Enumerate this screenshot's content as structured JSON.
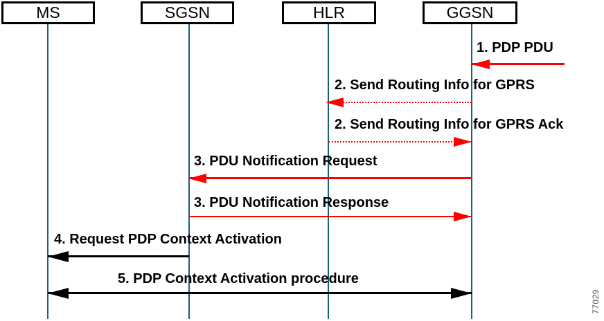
{
  "figure_number": "77029",
  "colors": {
    "message_red": "#ff0000",
    "line_black": "#000000",
    "lifeline_teal": "#17617c",
    "box_border_black": "#000000",
    "figure_number_gray": "#4d4d4d"
  },
  "entities": [
    {
      "label": "MS"
    },
    {
      "label": "SGSN"
    },
    {
      "label": "HLR"
    },
    {
      "label": "GGSN"
    }
  ],
  "messages": [
    {
      "label": "1. PDP PDU",
      "from": "network edge",
      "to": "GGSN",
      "line_style": "solid-red",
      "direction": "left"
    },
    {
      "label": "2. Send Routing Info for GPRS",
      "from": "GGSN",
      "to": "HLR",
      "line_style": "dotted-red",
      "direction": "left"
    },
    {
      "label": "2. Send Routing Info for GPRS Ack",
      "from": "HLR",
      "to": "GGSN",
      "line_style": "dotted-red",
      "direction": "right"
    },
    {
      "label": "3. PDU Notification Request",
      "from": "GGSN",
      "to": "SGSN",
      "line_style": "solid-red",
      "direction": "left"
    },
    {
      "label": "3. PDU Notification Response",
      "from": "SGSN",
      "to": "GGSN",
      "line_style": "solid-red",
      "direction": "right"
    },
    {
      "label": "4. Request PDP Context Activation",
      "from": "SGSN",
      "to": "MS",
      "line_style": "solid-black",
      "direction": "left"
    },
    {
      "label": "5. PDP Context Activation procedure",
      "from": "MS",
      "to": "GGSN",
      "line_style": "solid-black",
      "direction": "both"
    }
  ]
}
